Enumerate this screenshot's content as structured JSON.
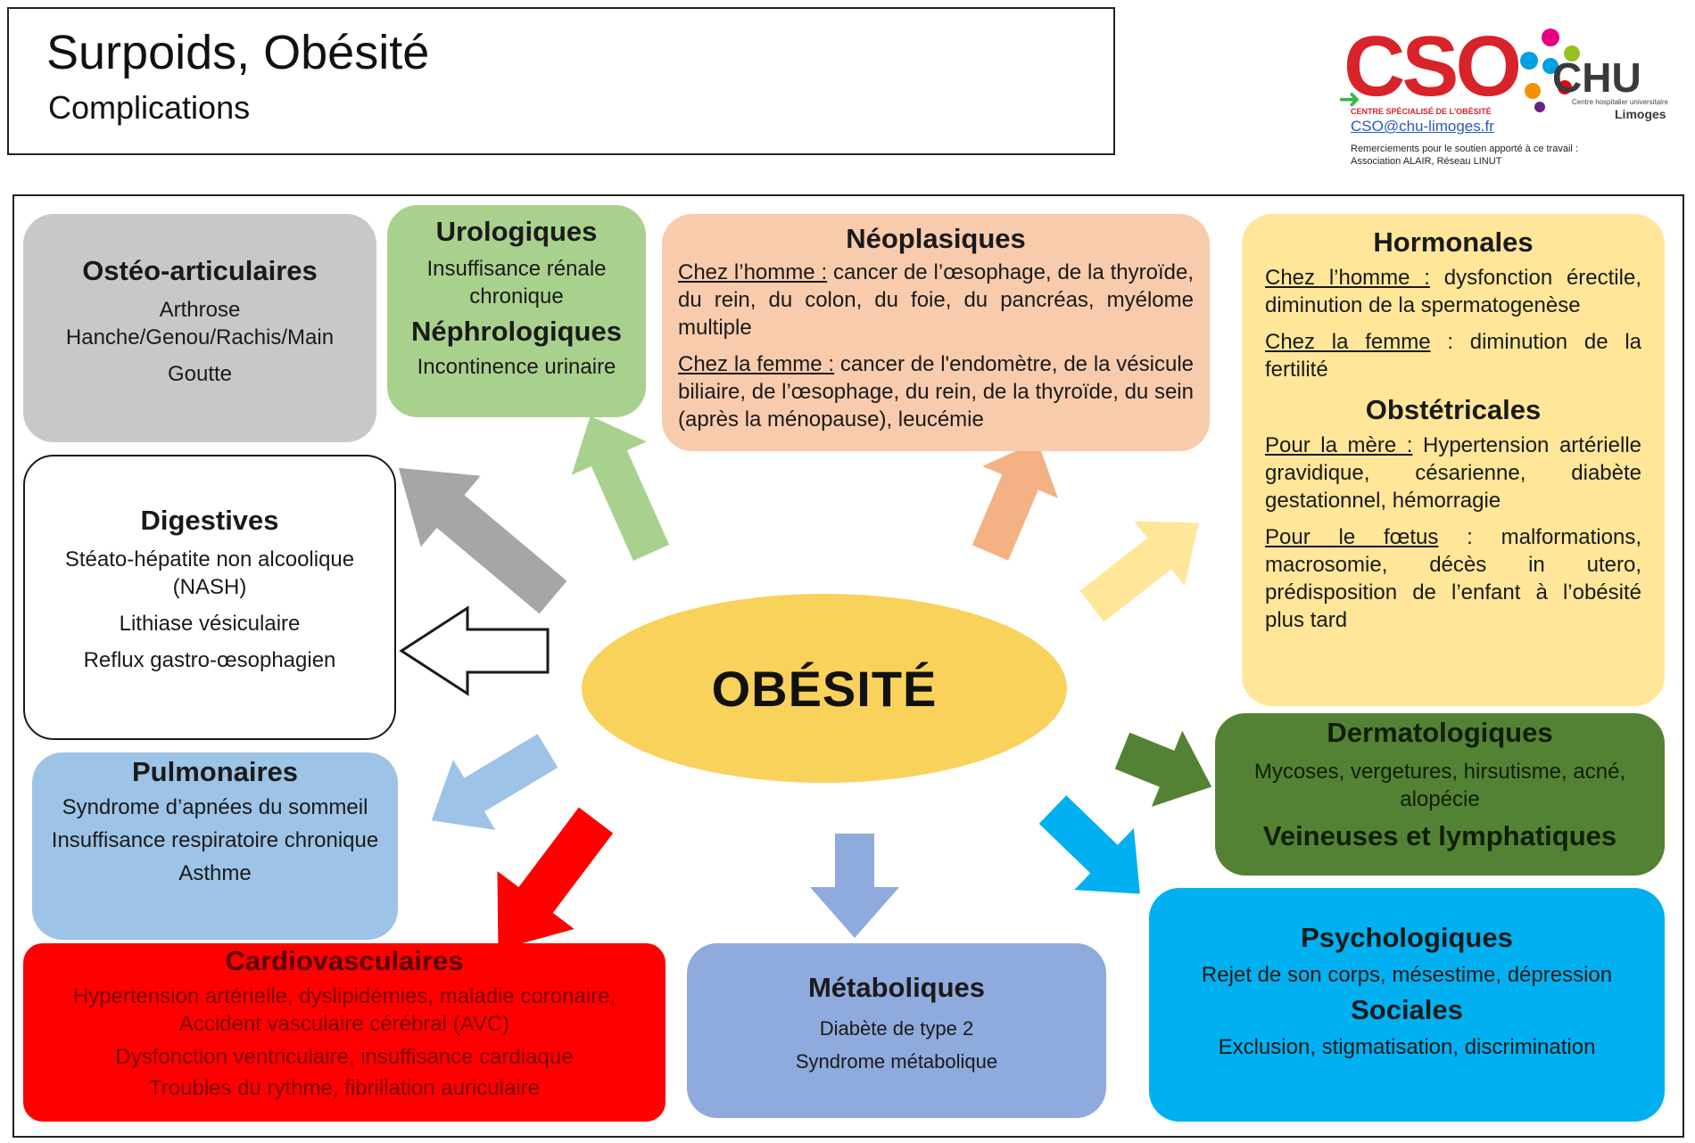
{
  "header": {
    "title": "Surpoids, Obésité",
    "subtitle": "Complications"
  },
  "logos": {
    "cso_text": "CSO",
    "cso_caption": "CENTRE SPÉCIALISÉ DE L'OBÉSITÉ",
    "cso_email": "CSO@chu-limoges.fr",
    "chu_text": "CHU",
    "chu_caption": "Centre hospitalier universitaire",
    "chu_city": "Limoges",
    "thanks_line1": "Remerciements pour le soutien apporté à ce travail :",
    "thanks_line2": "Association ALAIR, Réseau LINUT"
  },
  "center": "OBÉSITÉ",
  "boxes": {
    "osteo": {
      "title": "Ostéo-articulaires",
      "items": [
        "Arthrose",
        "Hanche/Genou/Rachis/Main",
        "Goutte"
      ]
    },
    "uro": {
      "title": "Urologiques",
      "items": [
        "Insuffisance rénale chronique"
      ],
      "title2": "Néphrologiques",
      "items2": [
        "Incontinence urinaire"
      ]
    },
    "neo": {
      "title": "Néoplasiques",
      "men_label": "Chez l’homme :",
      "men_text": " cancer de l’œsophage, de la thyroïde, du rein, du colon, du foie, du pancréas, myélome multiple",
      "women_label": "Chez la femme :",
      "women_text": " cancer de l'endomètre, de la vésicule biliaire, de l’œsophage, du rein, de la thyroïde, du sein (après la ménopause), leucémie"
    },
    "hormo": {
      "title": "Hormonales",
      "men_label": "Chez l’homme :",
      "men_text": " dysfonction érectile, diminution de la spermatogenèse",
      "women_label": "Chez la femme",
      "women_text": " : diminution de la fertilité",
      "title2": "Obstétricales",
      "mother_label": "Pour la mère :",
      "mother_text": " Hypertension artérielle gravidique, césarienne, diabète gestationnel, hémorragie",
      "fetus_label": "Pour le fœtus",
      "fetus_text": " : malformations, macrosomie, décès in utero, prédisposition de l’enfant à l’obésité plus tard"
    },
    "digest": {
      "title": "Digestives",
      "items": [
        "Stéato-hépatite non alcoolique (NASH)",
        "Lithiase vésiculaire",
        "Reflux gastro-œsophagien"
      ]
    },
    "pulmo": {
      "title": "Pulmonaires",
      "items": [
        "Syndrome d’apnées du sommeil",
        "Insuffisance respiratoire chronique",
        "Asthme"
      ]
    },
    "cardio": {
      "title": "Cardiovasculaires",
      "items": [
        "Hypertension artérielle, dyslipidémies, maladie coronaire, Accident vasculaire cérébral (AVC)",
        "Dysfonction ventriculaire, insuffisance cardiaque",
        "Troubles du rythme, fibrillation auriculaire"
      ]
    },
    "meta": {
      "title": "Métaboliques",
      "items": [
        "Diabète de type 2",
        "Syndrome métabolique"
      ]
    },
    "derma": {
      "title": "Dermatologiques",
      "items": [
        "Mycoses, vergetures, hirsutisme, acné, alopécie"
      ],
      "title2": "Veineuses et lymphatiques"
    },
    "psy": {
      "title": "Psychologiques",
      "items": [
        "Rejet de son corps, mésestime, dépression"
      ],
      "title2": "Sociales",
      "items2": [
        "Exclusion, stigmatisation, discrimination"
      ]
    }
  },
  "colors": {
    "osteo": "#c8c8c8",
    "uro": "#a9d18e",
    "neo": "#f8cbad",
    "hormo": "#ffe699",
    "digest": "#ffffff",
    "pulmo": "#9dc3e6",
    "cardio": "#ff0000",
    "meta": "#8faadc",
    "derma": "#548235",
    "psy": "#00b0f0",
    "center": "#f8d25a"
  }
}
